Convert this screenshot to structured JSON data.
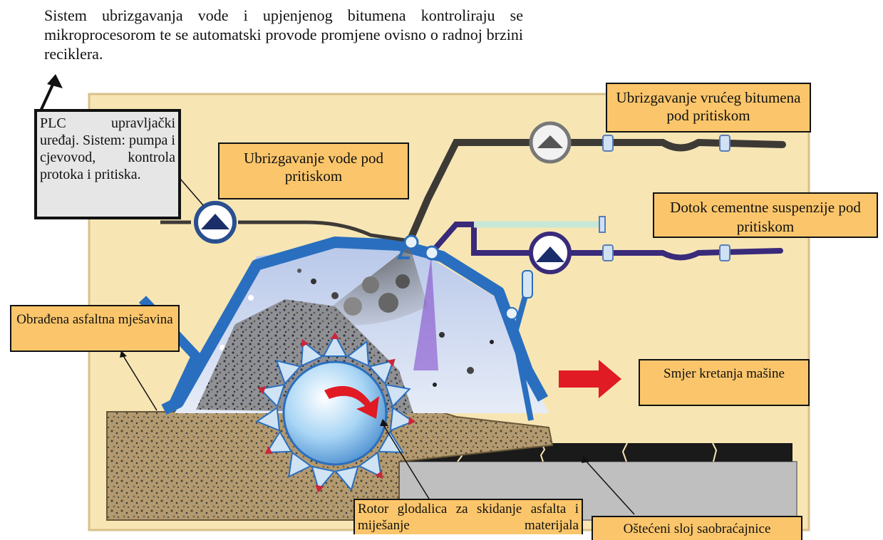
{
  "intro_text": "Sistem ubrizgavanja vode i upjenjenog bitumena kontroliraju se mikroprocesorom te se automatski provode promjene ovisno o radnoj brzini reciklera.",
  "plc_text": "PLC upravljački uređaj. Sistem: pumpa i cjevovod, kontrola protoka i pritiska.",
  "labels": {
    "hot_bitumen": "Ubrizgavanje vrućeg bitumena pod pritiskom",
    "water": "Ubrizgavanje vode pod pritiskom",
    "cement": "Dotok cementne suspenzije pod pritiskom",
    "treated_mix": "Obrađena asfaltna mješavina",
    "direction": "Smjer kretanja mašine",
    "rotor": "Rotor glodalica za skidanje asfalta i miješanje materijala",
    "damaged_layer": "Oštećeni sloj saobraćajnice"
  },
  "colors": {
    "panel": "#f7e6b4",
    "label_fill": "#fbc66b",
    "hood": "#2a6fbf",
    "chamber": "#cdd9f0",
    "rotor": "#a9d6f5",
    "arrow_red": "#e01b24",
    "pipe_dark": "#3d3a36",
    "pipe_purple": "#3a2a7a",
    "road_gray": "#bfbfbf",
    "damaged_black": "#1a1a1a"
  }
}
